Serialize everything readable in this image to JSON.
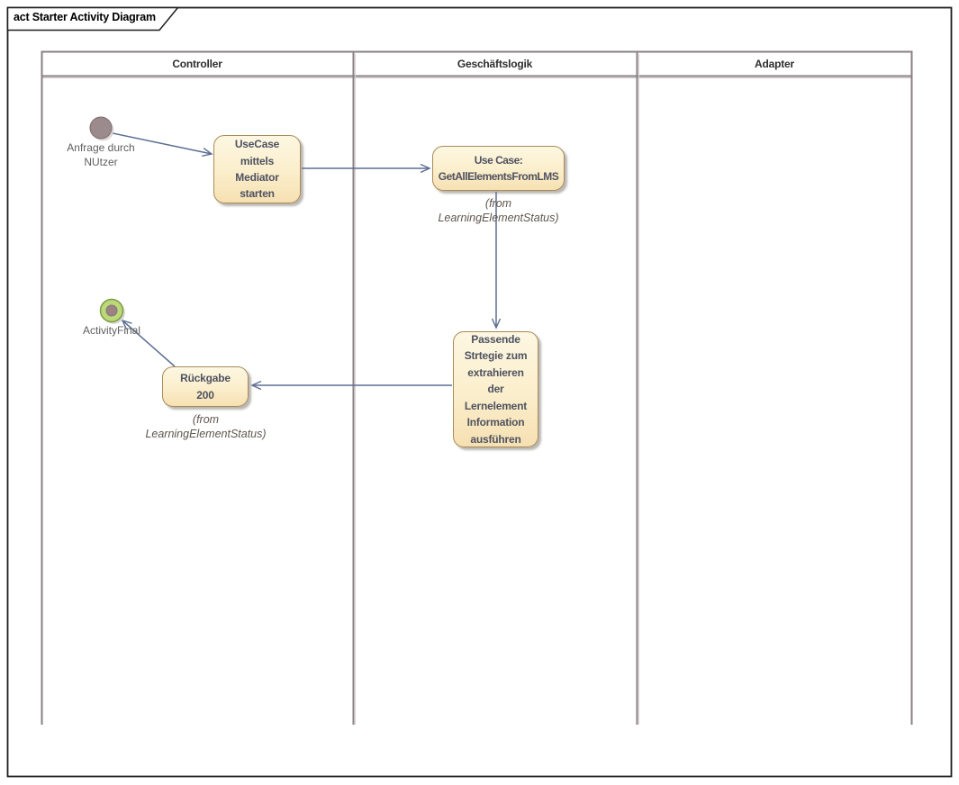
{
  "frame": {
    "title": "act Starter Activity Diagram"
  },
  "lanes": [
    {
      "label": "Controller"
    },
    {
      "label": "Geschäftslogik"
    },
    {
      "label": "Adapter"
    }
  ],
  "nodes": {
    "initial_label": "Anfrage durch\nNUtzer",
    "final_label": "ActivityFinal"
  },
  "activities": {
    "start_usecase": {
      "label": "UseCase\nmittels\nMediator\nstarten"
    },
    "get_all_elements": {
      "label": "Use Case:\nGetAllElementsFromLMS",
      "from_note": "(from\nLearningElementStatus)"
    },
    "strategy": {
      "label": "Passende\nStrtegie zum\nextrahieren\nder\nLernelement\nInformation\nausführen"
    },
    "rueckgabe": {
      "label": "Rückgabe\n200",
      "from_note": "(from\nLearningElementStatus)"
    }
  },
  "colors": {
    "activity_fill_top": "#fdf7e2",
    "activity_fill_bottom": "#f6e0b2",
    "activity_border": "#ab8a58",
    "activity_text": "#4e5261",
    "connector": "#5c6e94",
    "lane_line": "#8a7f82",
    "frame_border": "#1f1f1f",
    "initial_node_fill": "#9c8b8d",
    "final_node_outer": "#b9d97a",
    "final_node_border": "#7f9a43",
    "final_node_inner": "#9b8384",
    "label_text": "#5f5f5f",
    "note_text": "#5d564c"
  }
}
